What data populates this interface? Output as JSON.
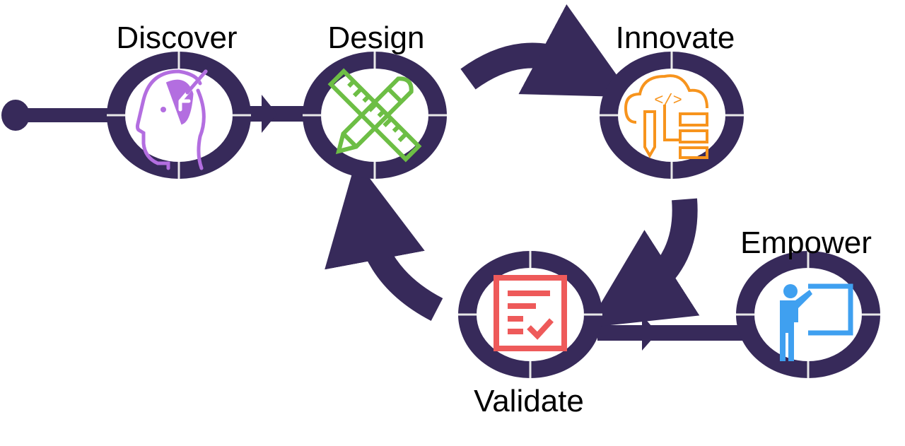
{
  "stages": [
    {
      "label": "Discover",
      "icon": "head-insight-icon",
      "color": "#b36ee0"
    },
    {
      "label": "Design",
      "icon": "ruler-pencil-icon",
      "color": "#6dbe45"
    },
    {
      "label": "Innovate",
      "icon": "cloud-code-icon",
      "color": "#f7941d"
    },
    {
      "label": "Validate",
      "icon": "checklist-icon",
      "color": "#ee5a5a"
    },
    {
      "label": "Empower",
      "icon": "teacher-board-icon",
      "color": "#3fa0f0"
    }
  ],
  "colors": {
    "ring": "#372a5a",
    "divider": "#e8e8e8"
  }
}
